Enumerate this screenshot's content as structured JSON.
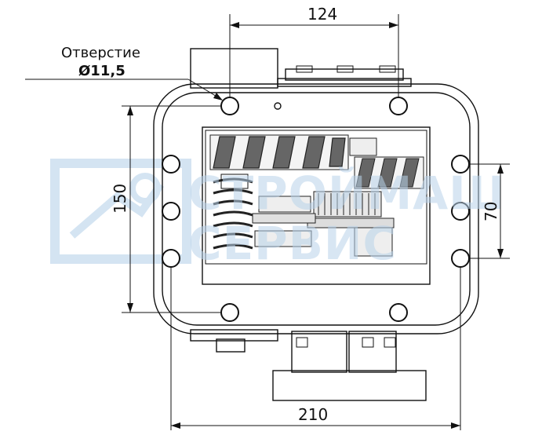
{
  "drawing": {
    "dimensions": {
      "top_hole_spacing": "124",
      "overall_width": "210",
      "vertical_hole_spacing": "150",
      "side_hole_spacing": "70"
    },
    "hole_note": {
      "label": "Отверстие",
      "diameter": "Ø11,5"
    },
    "watermark": {
      "line1": "СТРОЙМАШ",
      "line2": "СЕРВИС"
    }
  }
}
